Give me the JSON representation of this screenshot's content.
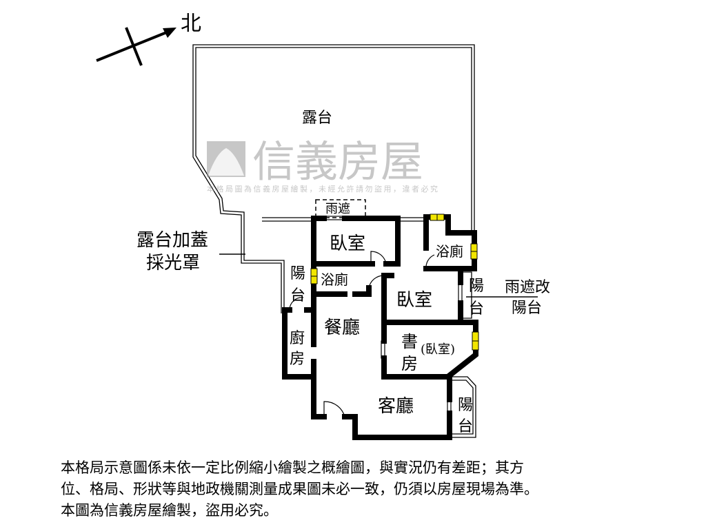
{
  "compass": {
    "north_label": "北"
  },
  "rooms": {
    "terrace": "露台",
    "awning": "雨遮",
    "bedroom_1": "臥室",
    "bath_right": "浴廁",
    "balcony_left_1": "陽",
    "balcony_left_2": "台",
    "bath_center": "浴廁",
    "bedroom_2": "臥室",
    "balcony_right_1": "陽",
    "balcony_right_2": "台",
    "dining": "餐廳",
    "kitchen_1": "廚",
    "kitchen_2": "房",
    "study_1": "書",
    "study_2": "房",
    "study_note": "(臥室)",
    "living": "客廳",
    "balcony_living_1": "陽",
    "balcony_living_2": "台"
  },
  "callouts": {
    "terrace_cover_1": "露台加蓋",
    "terrace_cover_2": "採光罩",
    "awning_changed_1": "雨遮改",
    "awning_changed_2": "陽台"
  },
  "watermark": {
    "brand": "信義房屋",
    "notice": "本格局圖為信義房屋繪製，未經允許請勿盜用，違者必究"
  },
  "disclaimer": [
    "本格局示意圖係未依一定比例縮小繪製之概繪圖，與實況仍有差距；其方",
    "位、格局、形狀等與地政機關測量成果圖未必一致，仍須以房屋現場為準。",
    "本圖為信義房屋繪製，盜用必究。"
  ],
  "colors": {
    "wall": "#000000",
    "window": "#f2e600",
    "watermark": "#9a9a9a"
  }
}
